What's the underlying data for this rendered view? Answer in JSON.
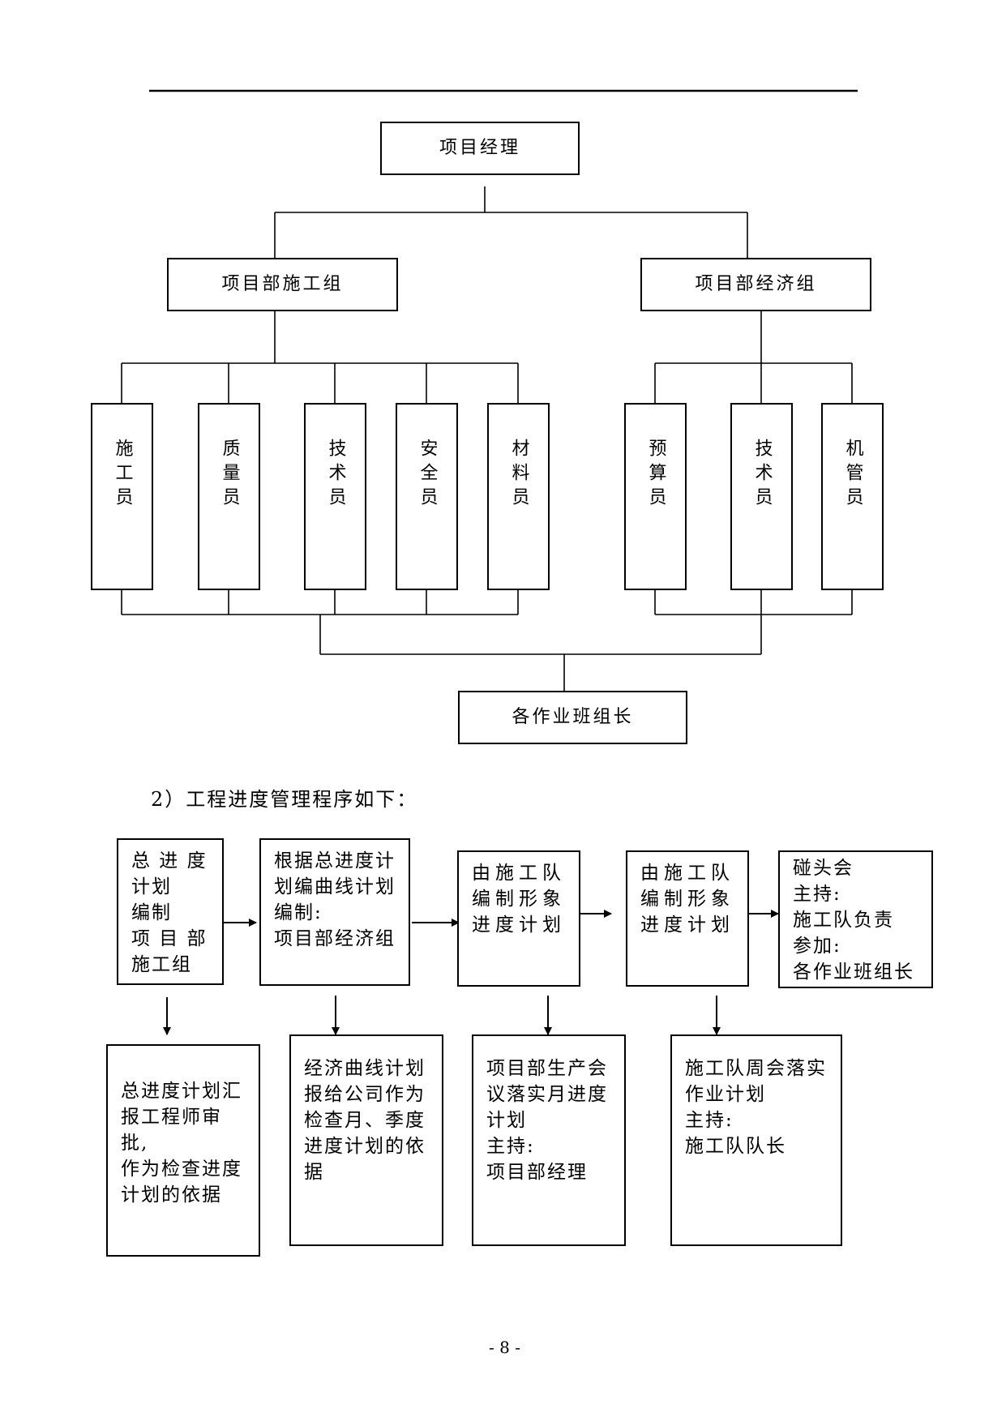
{
  "org_chart": {
    "root": "项目经理",
    "groups": [
      {
        "label": "项目部施工组",
        "members": [
          "施工员",
          "质量员",
          "技术员",
          "安全员",
          "材料员"
        ]
      },
      {
        "label": "项目部经济组",
        "members": [
          "预算员",
          "技术员",
          "机管员"
        ]
      }
    ],
    "bottom": "各作业班组长"
  },
  "section_caption": "2）工程进度管理程序如下：",
  "flow": {
    "top": [
      "总 进 度\n计划\n编制\n项 目 部\n施工组",
      "根据总进度计\n划编曲线计划\n编制:\n项目部经济组",
      "由施工队\n编制形象\n进度计划",
      "由施工队\n编制形象\n进度计划",
      "碰头会\n主持:\n施工队负责\n参加:\n各作业班组长"
    ],
    "bottom": [
      "总进度计划汇\n报工程师审批,\n作为检查进度\n计划的依据",
      "经济曲线计划\n报给公司作为\n检查月、季度\n进度计划的依\n据",
      "项目部生产会\n议落实月进度\n计划\n主持:\n项目部经理",
      "施工队周会落实\n作业计划\n主持:\n施工队队长"
    ]
  },
  "page_number": "- 8 -"
}
